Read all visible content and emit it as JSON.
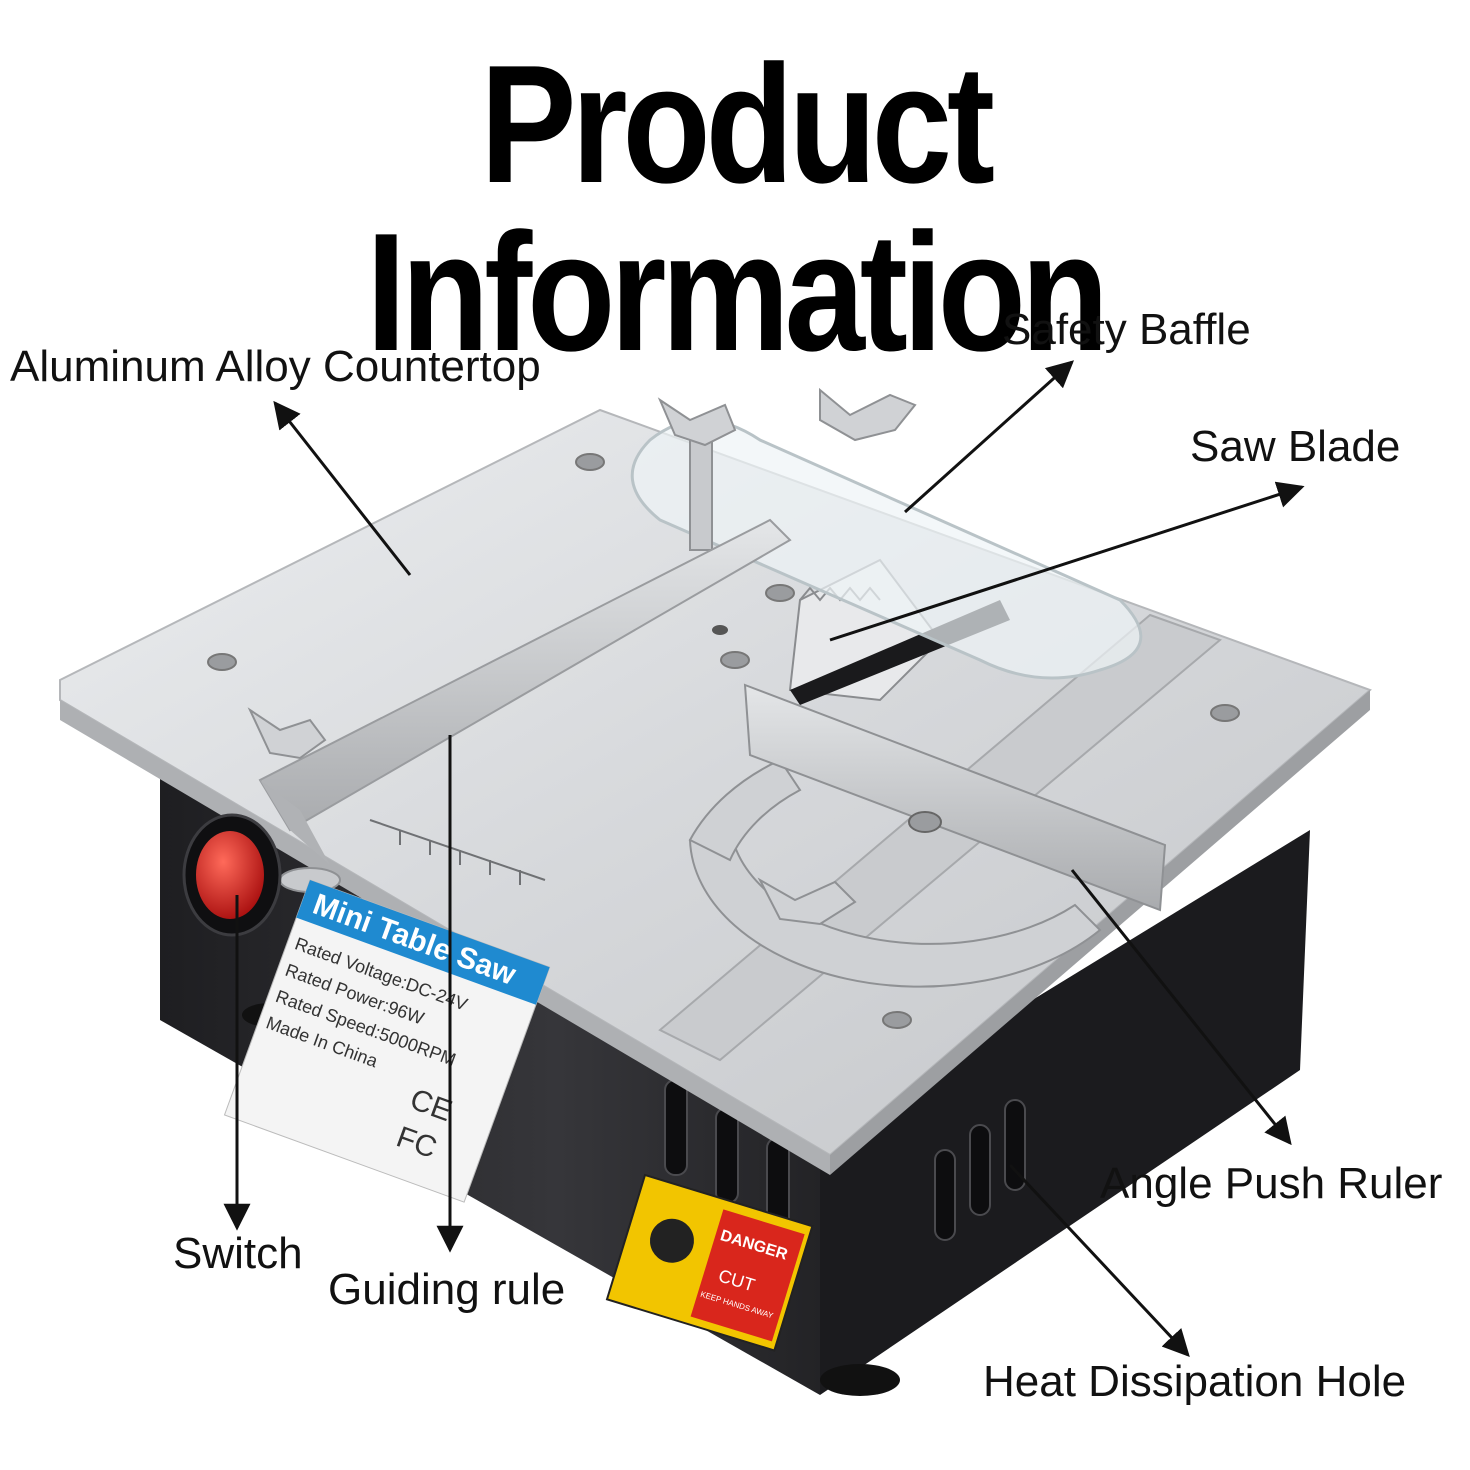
{
  "title": "Product Information",
  "labels": {
    "countertop": "Aluminum Alloy Countertop",
    "safety_baffle": "Safety Baffle",
    "saw_blade": "Saw Blade",
    "angle_push_ruler": "Angle Push Ruler",
    "switch": "Switch",
    "guiding_rule": "Guiding rule",
    "heat_dissipation_hole": "Heat Dissipation Hole"
  },
  "nameplate": {
    "heading": "Mini Table Saw",
    "voltage": "Rated Voltage:DC-24V",
    "power": "Rated Power:96W",
    "speed": "Rated Speed:5000RPM",
    "origin": "Made In China",
    "cert_ce": "CE",
    "cert_fc": "FC"
  },
  "warning_sticker": {
    "danger": "DANGER",
    "cut": "CUT",
    "note": "KEEP HANDS AWAY"
  },
  "colors": {
    "aluminum": "#d9dadc",
    "aluminum_dark": "#b9bbbe",
    "body": "#2b2b2e",
    "switch_red": "#d81e1e",
    "nameplate_blue": "#1f8ad0",
    "sticker_yellow": "#f2c500",
    "sticker_red": "#d9261c"
  }
}
